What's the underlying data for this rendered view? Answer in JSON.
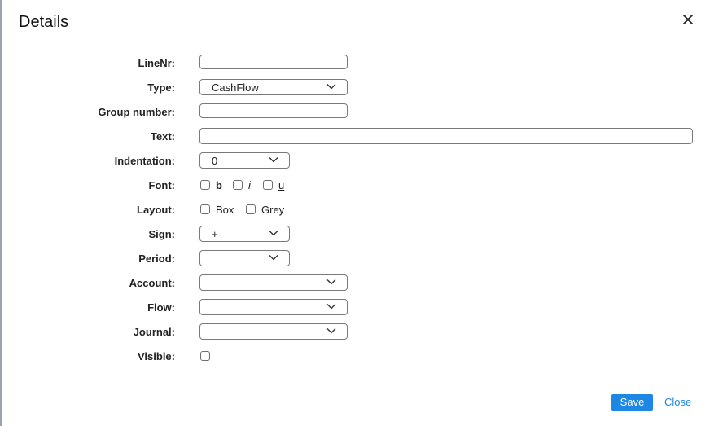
{
  "dialog": {
    "title": "Details",
    "close_icon": "close-icon"
  },
  "fields": {
    "line_nr": {
      "label": "LineNr:",
      "value": ""
    },
    "type": {
      "label": "Type:",
      "value": "CashFlow"
    },
    "group_number": {
      "label": "Group number:",
      "value": ""
    },
    "text": {
      "label": "Text:",
      "value": ""
    },
    "indentation": {
      "label": "Indentation:",
      "value": "0"
    },
    "font": {
      "label": "Font:",
      "bold": "b",
      "italic": "i",
      "underline": "u"
    },
    "layout": {
      "label": "Layout:",
      "box": "Box",
      "grey": "Grey"
    },
    "sign": {
      "label": "Sign:",
      "value": "+"
    },
    "period": {
      "label": "Period:",
      "value": ""
    },
    "account": {
      "label": "Account:",
      "value": ""
    },
    "flow": {
      "label": "Flow:",
      "value": ""
    },
    "journal": {
      "label": "Journal:",
      "value": ""
    },
    "visible": {
      "label": "Visible:"
    }
  },
  "footer": {
    "save_label": "Save",
    "close_label": "Close"
  },
  "colors": {
    "accent": "#1d87e4",
    "border": "#7a7a7a"
  }
}
